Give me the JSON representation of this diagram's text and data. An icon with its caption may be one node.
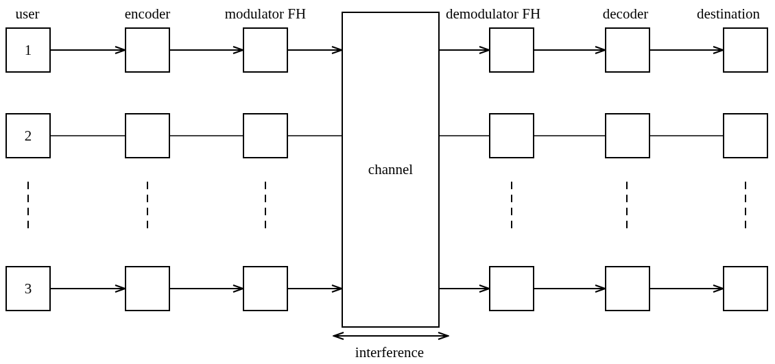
{
  "diagram": {
    "nodes": [
      {
        "text": [
          "1"
        ]
      },
      {
        "text": [],
        "shape": "box"
      },
      {
        "text": [],
        "shape": "box"
      },
      {
        "text": [
          "channel"
        ]
      },
      {
        "text": [],
        "shape": "box"
      },
      {
        "text": [],
        "shape": "box"
      },
      {
        "text": [],
        "shape": "box"
      },
      {
        "text": [
          "2"
        ]
      },
      {
        "text": [],
        "shape": "box"
      },
      {
        "text": [],
        "shape": "box"
      },
      {
        "text": [],
        "shape": "box"
      },
      {
        "text": [],
        "shape": "box"
      },
      {
        "text": [],
        "shape": "box"
      },
      {
        "text": [
          "3"
        ]
      },
      {
        "text": [],
        "shape": "box"
      },
      {
        "text": [],
        "shape": "box"
      },
      {
        "text": [],
        "shape": "box"
      },
      {
        "text": [],
        "shape": "box"
      },
      {
        "text": [],
        "shape": "box"
      }
    ],
    "edges": [
      {
        "from": 0,
        "to": 1,
        "arrow": "to"
      },
      {
        "from": 1,
        "to": 2,
        "arrow": "to"
      },
      {
        "from": 2,
        "to": 3,
        "arrow": "to"
      },
      {
        "from": 3,
        "to": 4,
        "arrow": "to"
      },
      {
        "from": 4,
        "to": 5,
        "arrow": "to"
      },
      {
        "from": 5,
        "to": 6,
        "arrow": "to"
      },
      {
        "from": 7,
        "to": 8,
        "arrow": "none"
      },
      {
        "from": 8,
        "to": 9,
        "arrow": "none"
      },
      {
        "from": 9,
        "to": 3,
        "arrow": "none"
      },
      {
        "from": 3,
        "to": 10,
        "arrow": "none"
      },
      {
        "from": 10,
        "to": 11,
        "arrow": "none"
      },
      {
        "from": 11,
        "to": 12,
        "arrow": "none"
      },
      {
        "from": 13,
        "to": 14,
        "arrow": "to"
      },
      {
        "from": 14,
        "to": 15,
        "arrow": "to"
      },
      {
        "from": 15,
        "to": 3,
        "arrow": "to"
      },
      {
        "from": 3,
        "to": 16,
        "arrow": "to"
      },
      {
        "from": 16,
        "to": 17,
        "arrow": "to"
      },
      {
        "from": 17,
        "to": 18,
        "arrow": "to"
      }
    ],
    "labels": [
      "user",
      "encoder",
      "modulator FH",
      "demodulator FH",
      "decoder",
      "destination",
      "interference"
    ]
  }
}
